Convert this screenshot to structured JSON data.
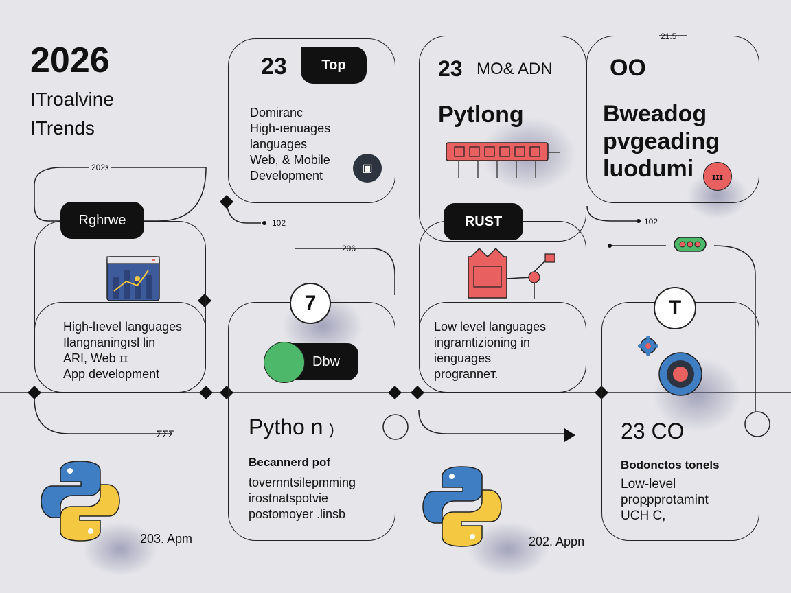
{
  "header": {
    "year": "2026",
    "subtitle1": "ITroalvine",
    "subtitle2": "ITrends"
  },
  "connector_labels": {
    "l1": "202з",
    "l2": "102",
    "l3": "206",
    "l4": "102",
    "l5": "21.5",
    "l6": "ƩƩƩ"
  },
  "cards": {
    "top": {
      "number": "23",
      "pill": "Top",
      "lines": [
        "Domiranc",
        "High-ıenuages",
        "languages",
        "Web, & Mobile",
        "Development"
      ]
    },
    "mid": {
      "number": "23",
      "heading": "MO& ADN",
      "title": "Pytlong"
    },
    "right": {
      "number": "OO",
      "title_lines": [
        "Bweadog",
        "pvgeading",
        "luodumi"
      ],
      "badge": "ɪɪɪ"
    },
    "left_pill": {
      "label": "Rghrwe"
    },
    "rust": {
      "label": "RUST"
    },
    "left_lower": {
      "lines": [
        "High-lıevel languages",
        "Ilangnaningısl lin",
        "ARI, Web ɪɪ",
        "App development"
      ]
    },
    "center_circle": {
      "label": "7"
    },
    "dbw": {
      "label": "Dbw"
    },
    "python_card": {
      "title": "Pytho n",
      "title_suffix": ")",
      "subtitle": "Becannerd pof",
      "lines": [
        "tovernntsilepmming",
        "irostnatspotvie",
        "postomoyer .linsb"
      ]
    },
    "low_card": {
      "lines": [
        "Low level languages",
        "ingramtizioning in",
        "ienguages",
        "progranneт."
      ]
    },
    "right_circle": {
      "label": "T"
    },
    "co_card": {
      "title": "23 CO",
      "subtitle": "Bodonctos tonels",
      "lines": [
        "Low-level",
        "propַpprotamint",
        "UCH C,"
      ]
    }
  },
  "footer": {
    "left_caption": "203. Apm",
    "right_caption": "202. Appn"
  },
  "colors": {
    "background": "#e6e6ea",
    "ink": "#111111",
    "accent_red": "#e86060",
    "accent_green": "#4db86a",
    "python_blue": "#3f7ec2",
    "python_yellow": "#f5c842"
  }
}
